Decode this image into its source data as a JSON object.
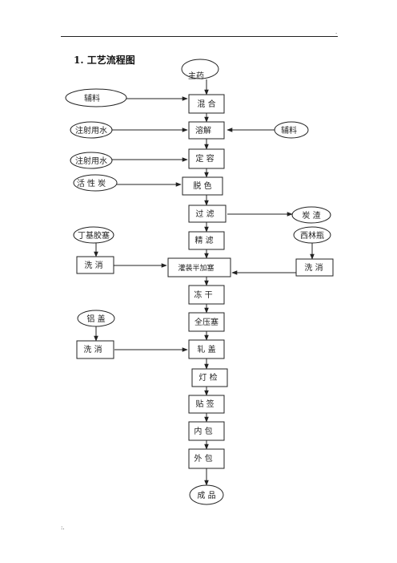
{
  "header": {
    "corner_mark": "."
  },
  "section_title": "1. 工艺流程图",
  "footer": {
    "mark": ":."
  },
  "nodes": {
    "main_drug": "主药",
    "excipient_left": "辅料",
    "mix": "混 合",
    "water_left_1": "注射用水",
    "dissolve": "溶解",
    "excipient_right": "辅料",
    "water_left_2": "注射用水",
    "constant_volume": "定 容",
    "activated_carbon": "活 性 炭",
    "decolor": "脱 色",
    "filter": "过 滤",
    "carbon_residue": "炭 渣",
    "butyl_stopper": "丁基胶塞",
    "vial": "西林瓶",
    "fine_filter": "精 滤",
    "wash_left": "洗 消",
    "fill_half_stopper": "灌装半加塞",
    "wash_right": "洗 消",
    "freeze_dry": "冻 干",
    "full_stopper": "全压塞",
    "aluminum_cap": "铝  盖",
    "wash_cap": "洗 消",
    "crimp": "轧  盖",
    "light_inspect": "灯 检",
    "labeling": "贴 签",
    "inner_pack": "内 包",
    "outer_pack": "外 包",
    "product": "成 品"
  }
}
